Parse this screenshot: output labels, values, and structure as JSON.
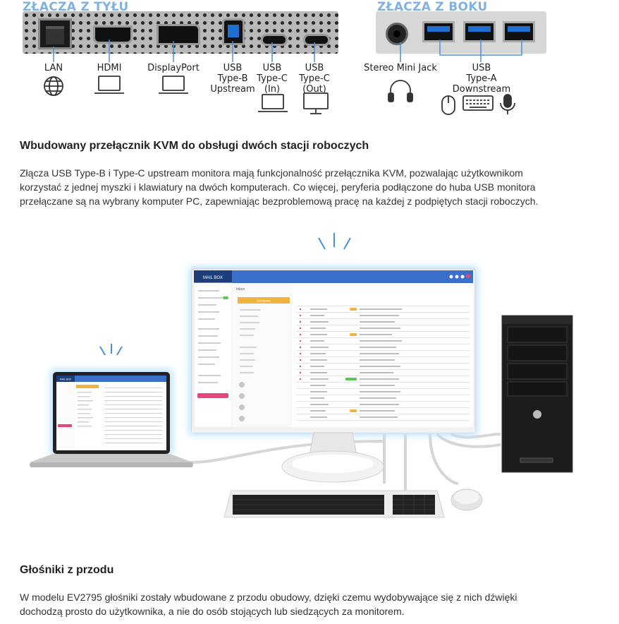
{
  "ports_figure": {
    "back_title": "ZŁĄCZA Z TYŁU",
    "side_title": "ZŁĄCZA Z BOKU",
    "back_labels": [
      {
        "lines": [
          "LAN"
        ]
      },
      {
        "lines": [
          "HDMI"
        ]
      },
      {
        "lines": [
          "DisplayPort"
        ]
      },
      {
        "lines": [
          "USB",
          "Type-B",
          "Upstream"
        ]
      },
      {
        "lines": [
          "USB",
          "Type-C",
          "(In)"
        ]
      },
      {
        "lines": [
          "USB",
          "Type-C",
          "(Out)"
        ]
      }
    ],
    "side_labels": [
      {
        "lines": [
          "Stereo Mini Jack"
        ]
      },
      {
        "lines": [
          "USB",
          "Type-A",
          "Downstream"
        ]
      }
    ],
    "colors": {
      "title": "#7fb2e0",
      "usb_blue": "#1f6fd0",
      "bracket": "#4a90d9"
    }
  },
  "kvm_section": {
    "heading": "Wbudowany przełącznik KVM do obsługi dwóch stacji roboczych",
    "body": "Złącza USB Type-B i Type-C upstream monitora mają funkcjonalność przełącznika KVM, pozwalając użytkownikom korzystać z jednej myszki i klawiatury na dwóch komputerach. Co więcej, peryferia podłączone do huba USB monitora przełączane są na wybrany komputer PC, zapewniając bezproblemową pracę na każdej z podpiętych stacji roboczych."
  },
  "illustration": {
    "monitor_app": {
      "brand": "MAIL BOX",
      "compose": "Compose",
      "inbox": "Inbox"
    },
    "laptop_app": {
      "brand": "MAIL BOX"
    }
  },
  "speakers_section": {
    "heading": "Głośniki z przodu",
    "body": "W modelu EV2795 głośniki zostały wbudowane z przodu obudowy, dzięki czemu wydobywające się z nich dźwięki dochodzą prosto do użytkownika, a nie do osób stojących lub siedzących za monitorem."
  }
}
